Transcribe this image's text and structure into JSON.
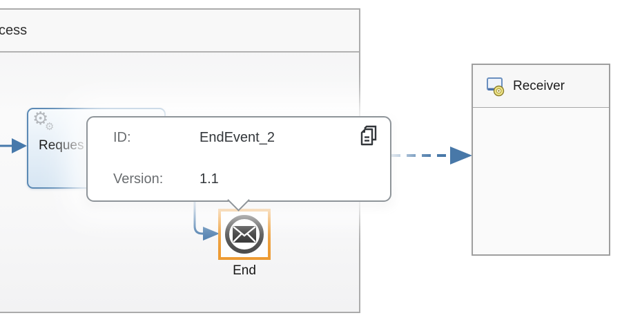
{
  "diagram": {
    "process": {
      "header_label": "cess"
    },
    "task": {
      "label": "Reques",
      "icon": "gear-icon"
    },
    "tooltip": {
      "rows": [
        {
          "label": "ID:",
          "value": "EndEvent_2"
        },
        {
          "label": "Version:",
          "value": "1.1"
        }
      ],
      "copy_icon": "copy-icon"
    },
    "end_event": {
      "label": "End",
      "icon": "envelope-icon",
      "selected": true
    },
    "receiver": {
      "header_label": "Receiver",
      "icon": "system-icon"
    }
  },
  "colors": {
    "flow_blue": "#4779ab",
    "message_flow_blue": "#4878a8",
    "selection_orange": "#ed9b33",
    "task_border": "#5b89b4",
    "task_fill_top": "#f6fafd",
    "task_fill_bottom": "#d7e6f3",
    "event_ring": "#4b4b4b",
    "envelope_fill": "#2f2f2f",
    "container_border": "#ababab",
    "header_fill": "#f8f8f8",
    "tooltip_border": "#8e9499",
    "tooltip_label": "#6a6d70",
    "tooltip_value": "#32363a"
  }
}
